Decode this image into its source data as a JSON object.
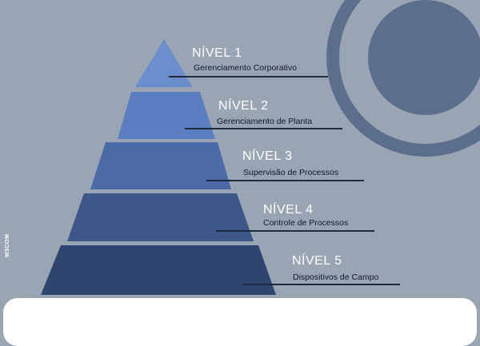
{
  "brand": {
    "logo_text": "W3COM"
  },
  "colors": {
    "background": "#9aa5b4",
    "level1": "#6a8fcc",
    "level2": "#5a7ec0",
    "level3": "#4b6aa8",
    "level4": "#3c5889",
    "level5": "#2e4570",
    "ring": "#5b6e8c",
    "text_title": "#ffffff",
    "text_desc": "#111827"
  },
  "pyramid": {
    "levels": [
      {
        "title": "NÍVEL 1",
        "description": "Gerenciamento Corporativo"
      },
      {
        "title": "NÍVEL 2",
        "description": "Gerenciamento  de Planta"
      },
      {
        "title": "NÍVEL 3",
        "description": "Supervisão de Processos"
      },
      {
        "title": "NÍVEL 4",
        "description": "Controle de Processos"
      },
      {
        "title": "NÍVEL 5",
        "description": "Dispositivos de Campo"
      }
    ]
  }
}
